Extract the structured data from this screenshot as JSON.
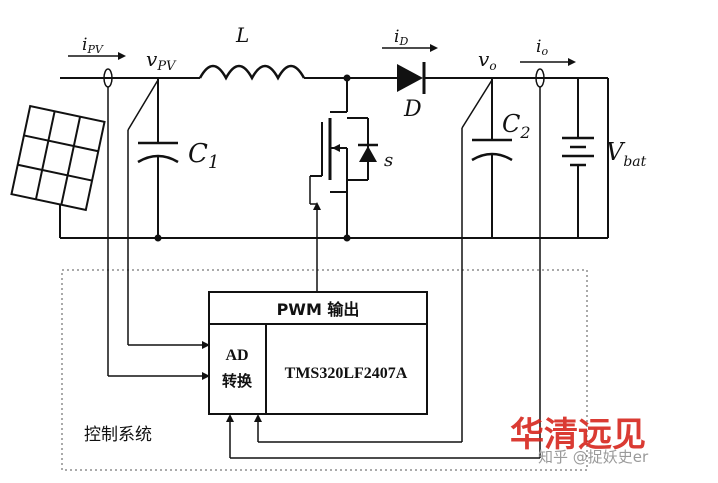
{
  "labels": {
    "i_pv": "i",
    "i_pv_sub": "PV",
    "v_pv": "v",
    "v_pv_sub": "PV",
    "inductor": "L",
    "i_d": "i",
    "i_d_sub": "D",
    "v_o": "v",
    "v_o_sub": "o",
    "i_o": "i",
    "i_o_sub": "o",
    "c1": "C",
    "c1_sub": "1",
    "diode": "D",
    "switch": "s",
    "c2": "C",
    "c2_sub": "2",
    "vbat": "V",
    "vbat_sub": "bat"
  },
  "controller": {
    "pwm_label": "PWM 输出",
    "ad_line1": "AD",
    "ad_line2": "转换",
    "chip": "TMS320LF2407A"
  },
  "control_system_label": "控制系统",
  "watermark": {
    "brand": "华清远见",
    "site": "知乎 @捉妖史er"
  },
  "colors": {
    "wire": "#1a1a1a",
    "watermark_red": "#d7261e",
    "watermark_gray": "#9a9a9a"
  }
}
